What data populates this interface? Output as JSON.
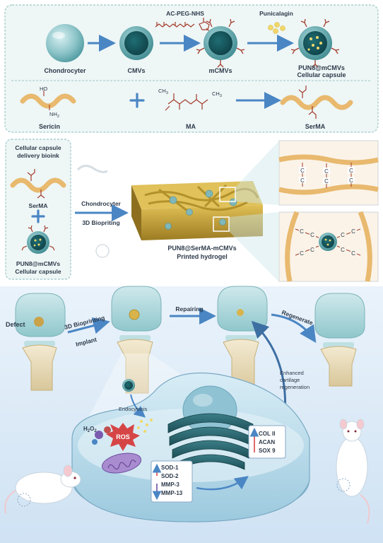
{
  "top_panel": {
    "ac_peg_label": "AC-PEG-NHS",
    "punicalagin_label": "Punicalagin",
    "chondrocyter_label": "Chondrocyter",
    "cmvs_label": "CMVs",
    "mcmvs_label": "mCMVs",
    "pun8_line1": "PUN8@mCMVs",
    "pun8_line2": "Cellular capsule",
    "sericin_label": "Sericin",
    "ma_label": "MA",
    "serma_label": "SerMA",
    "ho_label": "HO",
    "nh2_label": "NH",
    "nh2_sub": "2",
    "ch3_label": "CH",
    "ch3_sub": "3"
  },
  "bioink_panel": {
    "title_line1": "Cellular capsule",
    "title_line2": "delivery bioink",
    "serma_label": "SerMA",
    "pun8_line1": "PUN8@mCMVs",
    "pun8_line2": "Cellular capsule"
  },
  "middle": {
    "chondrocyter_label": "Chondrocyter",
    "bioprinting_label": "3D Biopriting",
    "hydrogel_line1": "PUN8@SerMA-mCMVs",
    "hydrogel_line2": "Printed hydrogel",
    "bond_atom": "C"
  },
  "bottom": {
    "defect_label": "Defect",
    "bioprinting_label": "3D Bioprinting",
    "implant_label": "Implant",
    "repairing_label": "Repairing",
    "regenerate_label": "Regenerate",
    "enhanced_line1": "Enhanced",
    "enhanced_line2": "cartilage",
    "enhanced_line3": "regeneration",
    "endocytosis_label": "Endocytosis",
    "h2o2_label": "H",
    "h2o2_sub1": "2",
    "h2o2_o": "O",
    "h2o2_sub2": "2",
    "ros_label": "ROS",
    "markers_left": [
      "SOD-1",
      "SOD-2",
      "MMP-3",
      "MMP-13"
    ],
    "markers_right": [
      "COL II",
      "ACAN",
      "SOX 9"
    ]
  },
  "colors": {
    "accent": "#4a86c4",
    "panel_bg": "#eef6f6",
    "hydrogel": "#c7a436",
    "serma_chain": "#e8b96e",
    "cell_teal": "#3f8f95",
    "ros_red": "#d64545"
  }
}
